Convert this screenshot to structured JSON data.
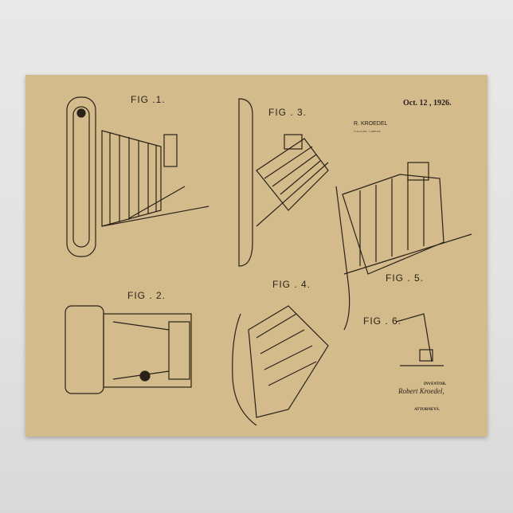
{
  "patent": {
    "date": "Oct. 12 , 1926.",
    "inventor_header": "R. KROEDEL",
    "title": "FOLDING CAMERA",
    "figures": [
      "FIG .1.",
      "FIG . 2.",
      "FIG . 3.",
      "FIG . 4.",
      "FIG . 5.",
      "FIG . 6."
    ],
    "inventor_label": "INVENTOR.",
    "inventor_signature": "Robert Kroedel,",
    "attorneys_label": "ATTORNEYS."
  },
  "colors": {
    "background": "#e4e4e4",
    "paper": "#d3bb8c",
    "ink": "#2a2218"
  }
}
